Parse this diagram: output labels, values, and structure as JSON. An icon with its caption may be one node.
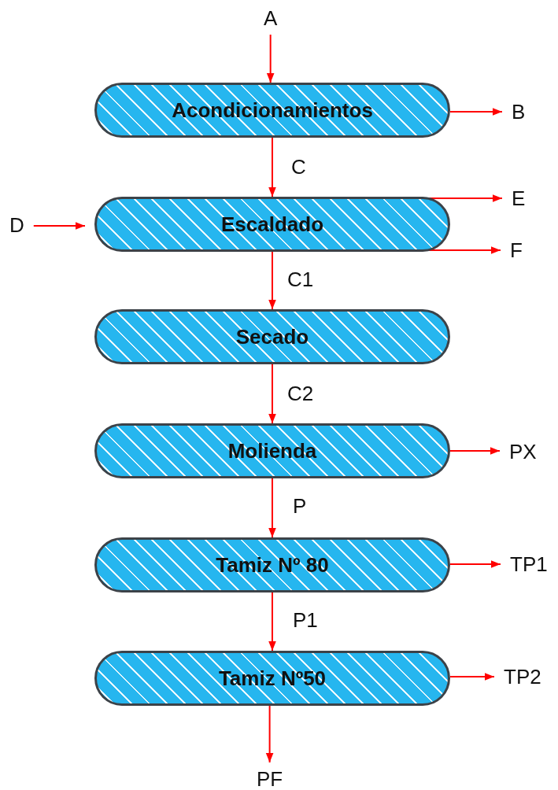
{
  "diagram": {
    "nodes": [
      {
        "text": [
          "Acondicionamientos"
        ]
      },
      {
        "text": [
          "Escaldado"
        ]
      },
      {
        "text": [
          "Secado"
        ]
      },
      {
        "text": [
          "Molienda"
        ]
      },
      {
        "text": [
          "Tamiz Nº 80"
        ]
      },
      {
        "text": [
          "Tamiz Nº50"
        ]
      },
      {
        "text": [
          "A"
        ]
      },
      {
        "text": [
          "B"
        ]
      },
      {
        "text": [
          "D"
        ]
      },
      {
        "text": [
          "E"
        ]
      },
      {
        "text": [
          "F"
        ]
      },
      {
        "text": [
          "PX"
        ]
      },
      {
        "text": [
          "TP1"
        ]
      },
      {
        "text": [
          "TP2"
        ]
      },
      {
        "text": [
          "PF"
        ]
      }
    ],
    "edges": [
      {
        "from": 6,
        "to": 0,
        "arrow": "to"
      },
      {
        "from": 0,
        "to": 7,
        "arrow": "to"
      },
      {
        "from": 0,
        "to": 1,
        "label": "C",
        "arrow": "to"
      },
      {
        "from": 8,
        "to": 1,
        "arrow": "to"
      },
      {
        "from": 1,
        "to": 9,
        "arrow": "to"
      },
      {
        "from": 1,
        "to": 10,
        "arrow": "to"
      },
      {
        "from": 1,
        "to": 2,
        "label": "C1",
        "arrow": "to"
      },
      {
        "from": 2,
        "to": 3,
        "label": "C2",
        "arrow": "to"
      },
      {
        "from": 3,
        "to": 11,
        "arrow": "to"
      },
      {
        "from": 3,
        "to": 4,
        "label": "P",
        "arrow": "to"
      },
      {
        "from": 4,
        "to": 12,
        "arrow": "to"
      },
      {
        "from": 4,
        "to": 5,
        "label": "P1",
        "arrow": "to"
      },
      {
        "from": 5,
        "to": 13,
        "arrow": "to"
      },
      {
        "from": 5,
        "to": 14,
        "arrow": "to"
      }
    ]
  }
}
